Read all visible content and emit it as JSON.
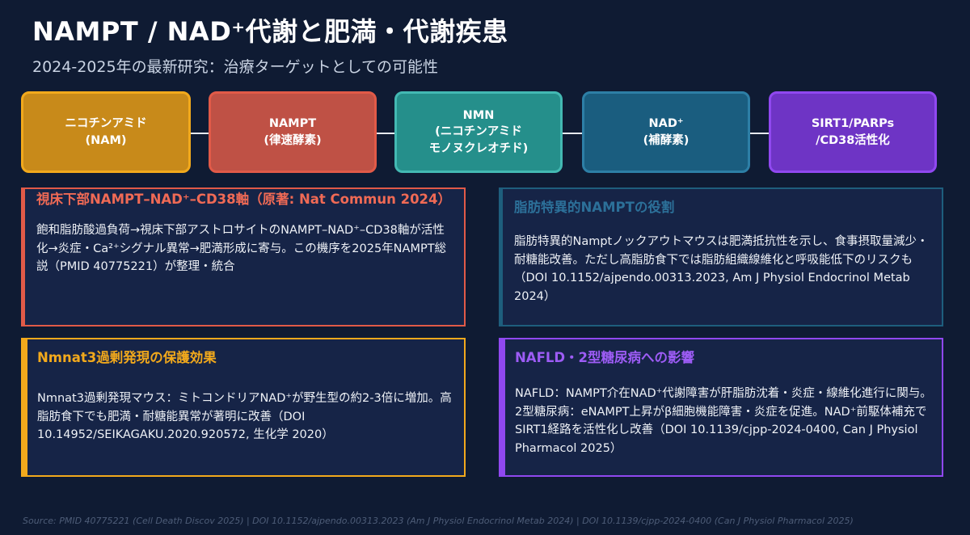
{
  "header": {
    "title": "NAMPT / NAD⁺代謝と肥満・代謝疾患",
    "subtitle": "2024-2025年の最新研究：治療ターゲットとしての可能性"
  },
  "pathway": [
    {
      "label": "ニコチンアミド\n(NAM)"
    },
    {
      "label": "NAMPT\n(律速酵素)"
    },
    {
      "label": "NMN\n(ニコチンアミド\nモノヌクレオチド)"
    },
    {
      "label": "NAD⁺\n(補酵素)"
    },
    {
      "label": "SIRT1/PARPs\n/CD38活性化"
    }
  ],
  "cards": {
    "hypothalamus": {
      "heading": "視床下部NAMPT–NAD⁺–CD38軸（原著: Nat Commun 2024）",
      "body": "飽和脂肪酸過負荷→視床下部アストロサイトのNAMPT–NAD⁺–CD38軸が活性化→炎症・Ca²⁺シグナル異常→肥満形成に寄与。この機序を2025年NAMPT総説（PMID 40775221）が整理・統合"
    },
    "adipose": {
      "heading": "脂肪特異的NAMPTの役割",
      "body": "脂肪特異的Namptノックアウトマウスは肥満抵抗性を示し、食事摂取量減少・耐糖能改善。ただし高脂肪食下では脂肪組織線維化と呼吸能低下のリスクも（DOI 10.1152/ajpendo.00313.2023, Am J Physiol Endocrinol Metab 2024）"
    },
    "nmnat3": {
      "heading": "Nmnat3過剰発現の保護効果",
      "body": "Nmnat3過剰発現マウス：ミトコンドリアNAD⁺が野生型の約2-3倍に増加。高脂肪食下でも肥満・耐糖能異常が著明に改善（DOI 10.14952/SEIKAGAKU.2020.920572, 生化学 2020）"
    },
    "nafld": {
      "heading": "NAFLD・2型糖尿病への影響",
      "body": "NAFLD：NAMPT介在NAD⁺代謝障害が肝脂肪沈着・炎症・線維化進行に関与。2型糖尿病：eNAMPT上昇がβ細胞機能障害・炎症を促進。NAD⁺前駆体補充でSIRT1経路を活性化し改善（DOI 10.1139/cjpp-2024-0400, Can J Physiol Pharmacol 2025）"
    }
  },
  "footer": {
    "source": "Source: PMID 40775221 (Cell Death Discov 2025) | DOI 10.1152/ajpendo.00313.2023 (Am J Physiol Endocrinol Metab 2024) | DOI 10.1139/cjpp-2024-0400 (Can J Physiol Pharmacol 2025)"
  }
}
